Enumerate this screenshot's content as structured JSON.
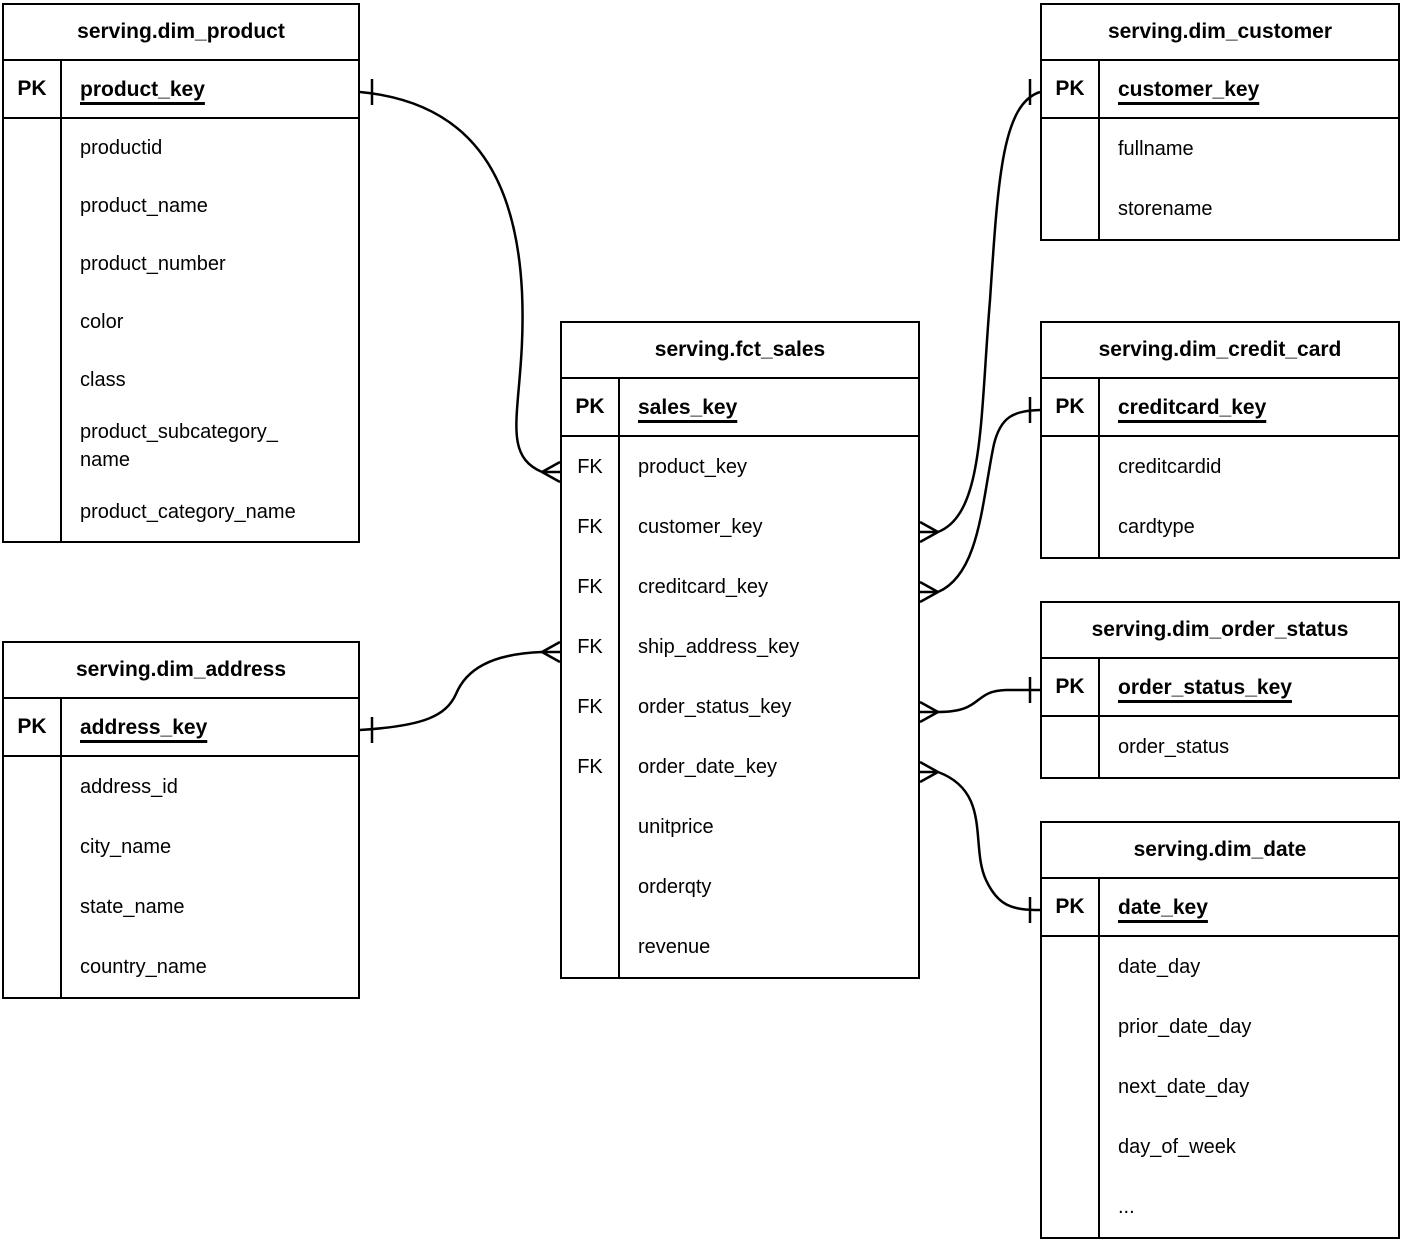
{
  "notation": "crow's foot entity-relationship diagram",
  "colors": {
    "line": "#000000",
    "background": "#ffffff",
    "text": "#000000"
  },
  "tables": {
    "product": {
      "title": "serving.dim_product",
      "key": {
        "tag": "PK",
        "name": "product_key"
      },
      "rows": [
        {
          "tag": "",
          "name": "productid"
        },
        {
          "tag": "",
          "name": "product_name"
        },
        {
          "tag": "",
          "name": "product_number"
        },
        {
          "tag": "",
          "name": "color"
        },
        {
          "tag": "",
          "name": "class"
        },
        {
          "tag": "",
          "name": "product_subcategory_name"
        },
        {
          "tag": "",
          "name": "product_category_name"
        }
      ]
    },
    "customer": {
      "title": "serving.dim_customer",
      "key": {
        "tag": "PK",
        "name": "customer_key"
      },
      "rows": [
        {
          "tag": "",
          "name": "fullname"
        },
        {
          "tag": "",
          "name": "storename"
        }
      ]
    },
    "sales": {
      "title": "serving.fct_sales",
      "key": {
        "tag": "PK",
        "name": "sales_key"
      },
      "rows": [
        {
          "tag": "FK",
          "name": "product_key"
        },
        {
          "tag": "FK",
          "name": "customer_key"
        },
        {
          "tag": "FK",
          "name": "creditcard_key"
        },
        {
          "tag": "FK",
          "name": "ship_address_key"
        },
        {
          "tag": "FK",
          "name": "order_status_key"
        },
        {
          "tag": "FK",
          "name": "order_date_key"
        },
        {
          "tag": "",
          "name": "unitprice"
        },
        {
          "tag": "",
          "name": "orderqty"
        },
        {
          "tag": "",
          "name": "revenue"
        }
      ]
    },
    "credit_card": {
      "title": "serving.dim_credit_card",
      "key": {
        "tag": "PK",
        "name": "creditcard_key"
      },
      "rows": [
        {
          "tag": "",
          "name": "creditcardid"
        },
        {
          "tag": "",
          "name": "cardtype"
        }
      ]
    },
    "order_status": {
      "title": "serving.dim_order_status",
      "key": {
        "tag": "PK",
        "name": "order_status_key"
      },
      "rows": [
        {
          "tag": "",
          "name": "order_status"
        }
      ]
    },
    "date": {
      "title": "serving.dim_date",
      "key": {
        "tag": "PK",
        "name": "date_key"
      },
      "rows": [
        {
          "tag": "",
          "name": "date_day"
        },
        {
          "tag": "",
          "name": "prior_date_day"
        },
        {
          "tag": "",
          "name": "next_date_day"
        },
        {
          "tag": "",
          "name": "day_of_week"
        },
        {
          "tag": "",
          "name": "..."
        }
      ]
    },
    "address": {
      "title": "serving.dim_address",
      "key": {
        "tag": "PK",
        "name": "address_key"
      },
      "rows": [
        {
          "tag": "",
          "name": "address_id"
        },
        {
          "tag": "",
          "name": "city_name"
        },
        {
          "tag": "",
          "name": "state_name"
        },
        {
          "tag": "",
          "name": "country_name"
        }
      ]
    }
  },
  "relationships": [
    {
      "from_table": "serving.fct_sales",
      "from_field": "product_key",
      "to_table": "serving.dim_product",
      "to_field": "product_key",
      "cardinality": "many-to-one"
    },
    {
      "from_table": "serving.fct_sales",
      "from_field": "customer_key",
      "to_table": "serving.dim_customer",
      "to_field": "customer_key",
      "cardinality": "many-to-one"
    },
    {
      "from_table": "serving.fct_sales",
      "from_field": "creditcard_key",
      "to_table": "serving.dim_credit_card",
      "to_field": "creditcard_key",
      "cardinality": "many-to-one"
    },
    {
      "from_table": "serving.fct_sales",
      "from_field": "ship_address_key",
      "to_table": "serving.dim_address",
      "to_field": "address_key",
      "cardinality": "many-to-one"
    },
    {
      "from_table": "serving.fct_sales",
      "from_field": "order_status_key",
      "to_table": "serving.dim_order_status",
      "to_field": "order_status_key",
      "cardinality": "many-to-one"
    },
    {
      "from_table": "serving.fct_sales",
      "from_field": "order_date_key",
      "to_table": "serving.dim_date",
      "to_field": "date_key",
      "cardinality": "many-to-one"
    }
  ]
}
